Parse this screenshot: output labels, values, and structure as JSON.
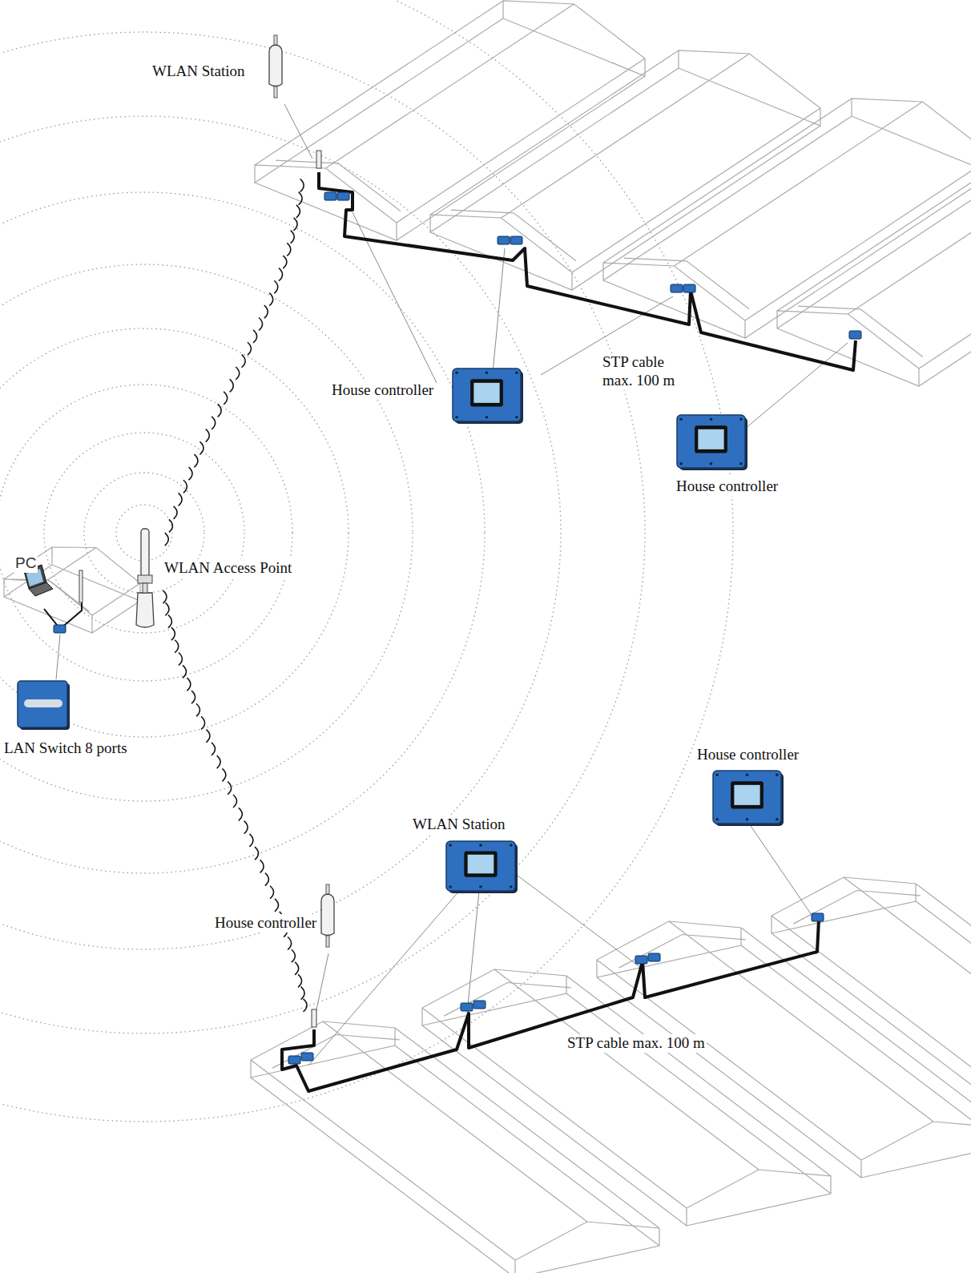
{
  "diagram": {
    "labels": [
      "WLAN Station",
      "House controller",
      "STP cable max. 100 m",
      "House controller",
      "WLAN Access Point",
      "PC",
      "LAN Switch 8 ports",
      "House controller",
      "WLAN Station",
      "House controller",
      "STP cable max. 100 m"
    ]
  }
}
